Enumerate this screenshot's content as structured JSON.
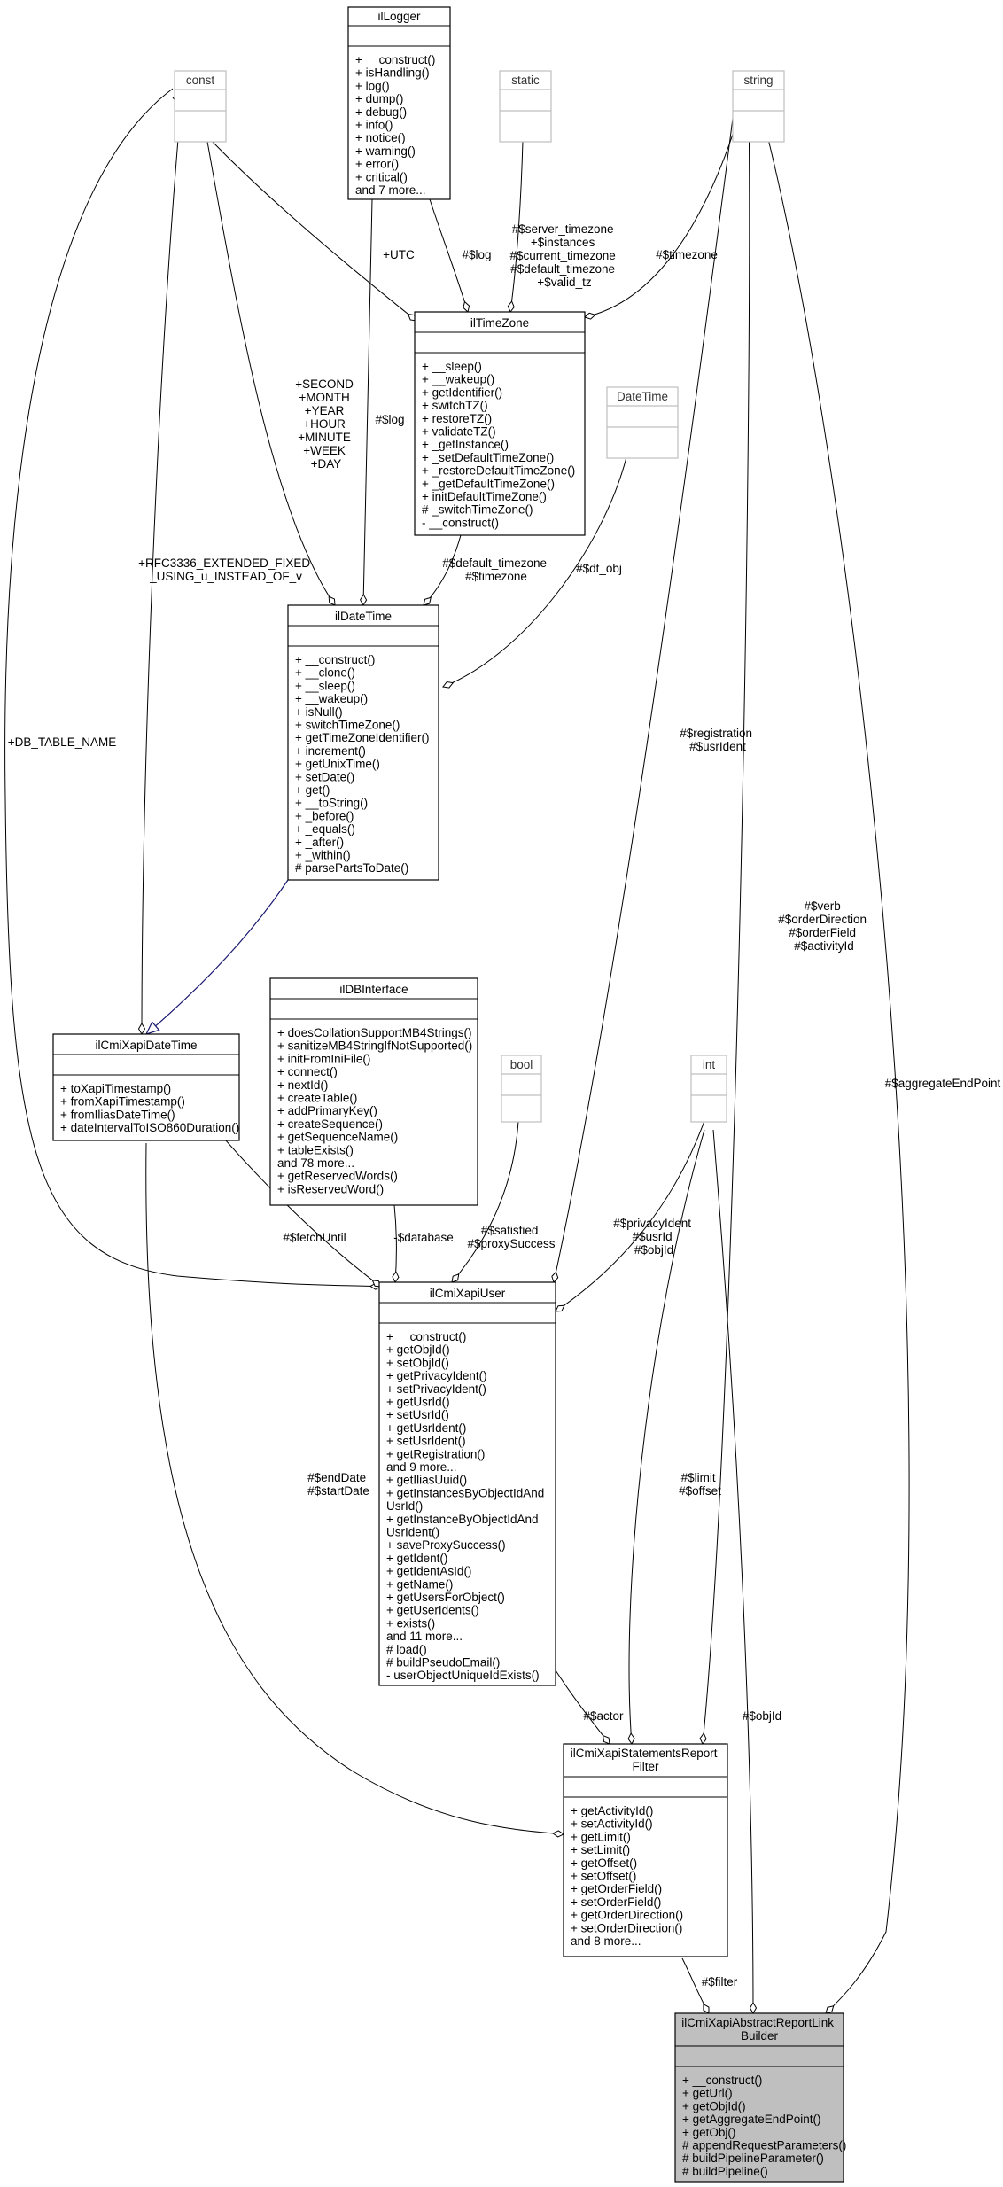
{
  "classes": {
    "ilLogger": {
      "name": "ilLogger",
      "members": [
        "+ __construct()",
        "+ isHandling()",
        "+ log()",
        "+ dump()",
        "+ debug()",
        "+ info()",
        "+ notice()",
        "+ warning()",
        "+ error()",
        "+ critical()",
        "and 7 more..."
      ]
    },
    "const": {
      "name": "const"
    },
    "static": {
      "name": "static"
    },
    "string": {
      "name": "string"
    },
    "ilTimeZone": {
      "name": "ilTimeZone",
      "members": [
        "+ __sleep()",
        "+ __wakeup()",
        "+ getIdentifier()",
        "+ switchTZ()",
        "+ restoreTZ()",
        "+ validateTZ()",
        "+ _getInstance()",
        "+ _setDefaultTimeZone()",
        "+ _restoreDefaultTimeZone()",
        "+ _getDefaultTimeZone()",
        "+ initDefaultTimeZone()",
        "# _switchTimeZone()",
        "- __construct()"
      ]
    },
    "DateTime": {
      "name": "DateTime"
    },
    "ilDateTime": {
      "name": "ilDateTime",
      "members": [
        "+ __construct()",
        "+ __clone()",
        "+ __sleep()",
        "+ __wakeup()",
        "+ isNull()",
        "+ switchTimeZone()",
        "+ getTimeZoneIdentifier()",
        "+ increment()",
        "+ getUnixTime()",
        "+ setDate()",
        "+ get()",
        "+ __toString()",
        "+ _before()",
        "+ _equals()",
        "+ _after()",
        "+ _within()",
        "# parsePartsToDate()"
      ]
    },
    "ilDBInterface": {
      "name": "ilDBInterface",
      "members": [
        "+ doesCollationSupportMB4Strings()",
        "+ sanitizeMB4StringIfNotSupported()",
        "+ initFromIniFile()",
        "+ connect()",
        "+ nextId()",
        "+ createTable()",
        "+ addPrimaryKey()",
        "+ createSequence()",
        "+ getSequenceName()",
        "+ tableExists()",
        "and 78 more...",
        "+ getReservedWords()",
        "+ isReservedWord()"
      ]
    },
    "bool": {
      "name": "bool"
    },
    "int": {
      "name": "int"
    },
    "ilCmiXapiDateTime": {
      "name": "ilCmiXapiDateTime",
      "members": [
        "+ toXapiTimestamp()",
        "+ fromXapiTimestamp()",
        "+ fromIliasDateTime()",
        "+ dateIntervalToISO860Duration()"
      ]
    },
    "ilCmiXapiUser": {
      "name": "ilCmiXapiUser",
      "members": [
        "+ __construct()",
        "+ getObjId()",
        "+ setObjId()",
        "+ getPrivacyIdent()",
        "+ setPrivacyIdent()",
        "+ getUsrId()",
        "+ setUsrId()",
        "+ getUsrIdent()",
        "+ setUsrIdent()",
        "+ getRegistration()",
        "and 9 more...",
        "+ getIliasUuid()",
        "+ getInstancesByObjectIdAnd",
        "UsrId()",
        "+ getInstanceByObjectIdAnd",
        "UsrIdent()",
        "+ saveProxySuccess()",
        "+ getIdent()",
        "+ getIdentAsId()",
        "+ getName()",
        "+ getUsersForObject()",
        "+ getUserIdents()",
        "+ exists()",
        "and 11 more...",
        "# load()",
        "# buildPseudoEmail()",
        "- userObjectUniqueIdExists()"
      ]
    },
    "ilCmiXapiStatementsReportFilter": {
      "name": [
        "ilCmiXapiStatementsReport",
        "Filter"
      ],
      "members": [
        "+ getActivityId()",
        "+ setActivityId()",
        "+ getLimit()",
        "+ setLimit()",
        "+ getOffset()",
        "+ setOffset()",
        "+ getOrderField()",
        "+ setOrderField()",
        "+ getOrderDirection()",
        "+ setOrderDirection()",
        "and 8 more..."
      ]
    },
    "ilCmiXapiAbstractReportLinkBuilder": {
      "name": [
        "ilCmiXapiAbstractReportLink",
        "Builder"
      ],
      "members": [
        "+ __construct()",
        "+ getUrl()",
        "+ getObjId()",
        "+ getAggregateEndPoint()",
        "+ getObj()",
        "# appendRequestParameters()",
        "# buildPipelineParameter()",
        "# buildPipeline()"
      ]
    }
  },
  "edge_labels": {
    "utc": [
      "+UTC"
    ],
    "log_tz": [
      "#$log"
    ],
    "log_dt": [
      "#$log"
    ],
    "static_tz": [
      "#$server_timezone",
      "+$instances",
      "#$current_timezone",
      "#$default_timezone",
      "+$valid_tz"
    ],
    "timezone_str": [
      "#$timezone"
    ],
    "const_dt": [
      "+SECOND",
      "+MONTH",
      "+YEAR",
      "+HOUR",
      "+MINUTE",
      "+WEEK",
      "+DAY"
    ],
    "rfc": [
      "+RFC3336_EXTENDED_FIXED",
      "_USING_u_INSTEAD_OF_v"
    ],
    "tz_dt": [
      "#$default_timezone",
      "#$timezone"
    ],
    "dt_obj": [
      "#$dt_obj"
    ],
    "db_table": [
      "+DB_TABLE_NAME"
    ],
    "registration": [
      "#$registration",
      "#$usrIdent"
    ],
    "verb": [
      "#$verb",
      "#$orderDirection",
      "#$orderField",
      "#$activityId"
    ],
    "aggregate": [
      "#$aggregateEndPoint"
    ],
    "fetch_until": [
      "#$fetchUntil"
    ],
    "database": [
      "-$database"
    ],
    "satisfied": [
      "#$satisfied",
      "#$proxySuccess"
    ],
    "privacy": [
      "#$privacyIdent",
      "#$usrId",
      "#$objId"
    ],
    "end_date": [
      "#$endDate",
      "#$startDate"
    ],
    "limit": [
      "#$limit",
      "#$offset"
    ],
    "actor": [
      "#$actor"
    ],
    "obj_id": [
      "#$objId"
    ],
    "filter": [
      "#$filter"
    ]
  }
}
